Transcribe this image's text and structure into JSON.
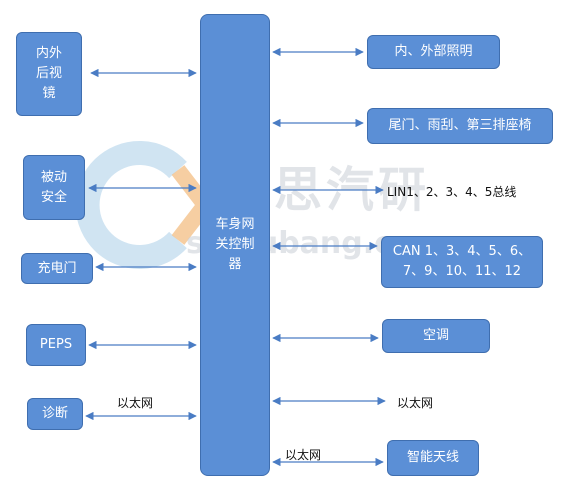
{
  "gateway": {
    "label": "车身网\n关控制\n器"
  },
  "left_modules": [
    {
      "label": "内外\n后视\n镜"
    },
    {
      "label": "被动\n安全"
    },
    {
      "label": "充电门"
    },
    {
      "label": "PEPS"
    },
    {
      "label": "诊断"
    }
  ],
  "right_modules": [
    {
      "label": "内、外部照明"
    },
    {
      "label": "尾门、雨刮、第三排座椅"
    },
    {
      "label": "CAN 1、3、4、5、6、\n7、9、10、11、12"
    },
    {
      "label": "空调"
    },
    {
      "label": "智能天线"
    }
  ],
  "plain_labels": {
    "lin": "LIN1、2、3、4、5总线",
    "eth_right": "以太网",
    "eth_left": "以太网",
    "eth_bottom": "以太网"
  },
  "watermark": {
    "brand": "佐思汽研",
    "url": "shujubang.com"
  },
  "colors": {
    "box_fill": "#5b8fd6",
    "box_border": "#3f6eaf",
    "arrow": "#4a7cc4",
    "watermark": "#c9ced6",
    "watermark_logo_orange": "#f2b97a",
    "watermark_logo_blue": "#a9cde8"
  }
}
